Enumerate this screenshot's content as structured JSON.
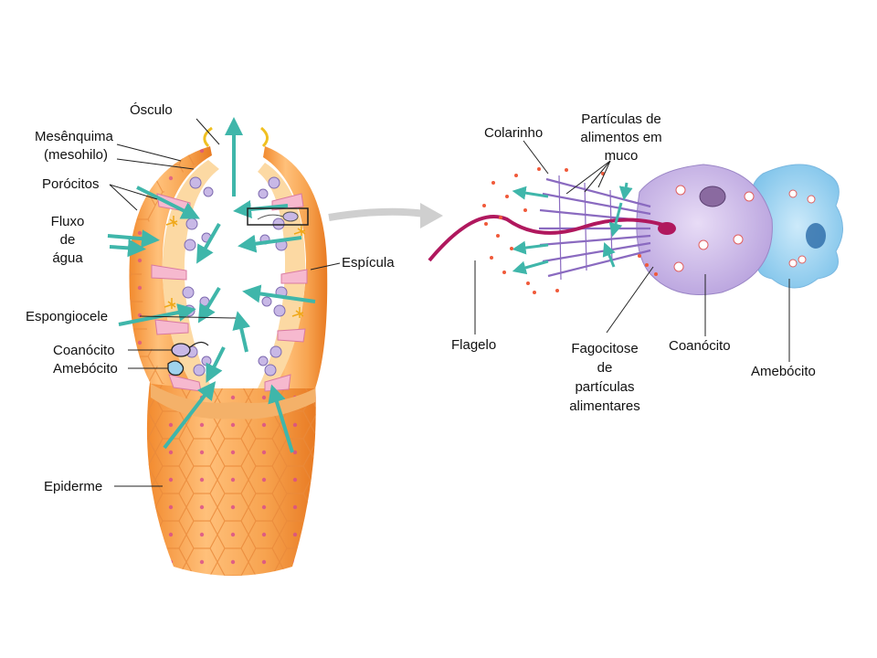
{
  "labels": {
    "osculo": "Ósculo",
    "mesenquima_1": "Mesênquima",
    "mesenquima_2": "(mesohilo)",
    "porocitos": "Porócitos",
    "fluxo_1": "Fluxo",
    "fluxo_2": "de",
    "fluxo_3": "água",
    "espicula": "Espícula",
    "espongiocele": "Espongiocele",
    "coanocito_left": "Coanócito",
    "amebocito_left": "Amebócito",
    "epiderme": "Epiderme",
    "colarinho": "Colarinho",
    "particulas_1": "Partículas de",
    "particulas_2": "alimentos em",
    "particulas_3": "muco",
    "flagelo": "Flagelo",
    "fagocitose_1": "Fagocitose",
    "fagocitose_2": "de",
    "fagocitose_3": "partículas",
    "fagocitose_4": "alimentares",
    "coanocito_right": "Coanócito",
    "amebocito_right": "Amebócito"
  },
  "colors": {
    "body_orange": "#f6a24e",
    "wall_light": "#fcd9a3",
    "flow_arrow": "#3fb6aa",
    "choanocyte": "#c8b8e6",
    "amoebocyte": "#9fd3ee",
    "flagellum": "#b0185e",
    "food_particle": "#f05a3a"
  }
}
